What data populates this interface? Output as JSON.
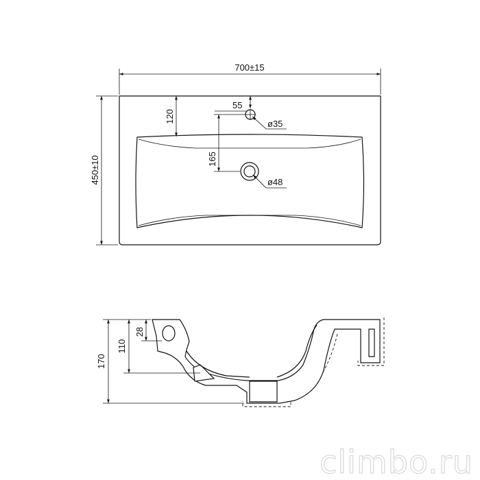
{
  "top_view": {
    "width_dim": "700±15",
    "depth_dim": "450±10",
    "edge_to_tap_dim": "120",
    "tap_offset_dim": "55",
    "tap_hole_dim": "ø35",
    "tap_to_drain_dim": "165",
    "drain_dim": "ø48"
  },
  "side_view": {
    "total_height_dim": "170",
    "bowl_depth_dim": "110",
    "rim_dim": "28"
  },
  "watermark": "climbo.ru"
}
